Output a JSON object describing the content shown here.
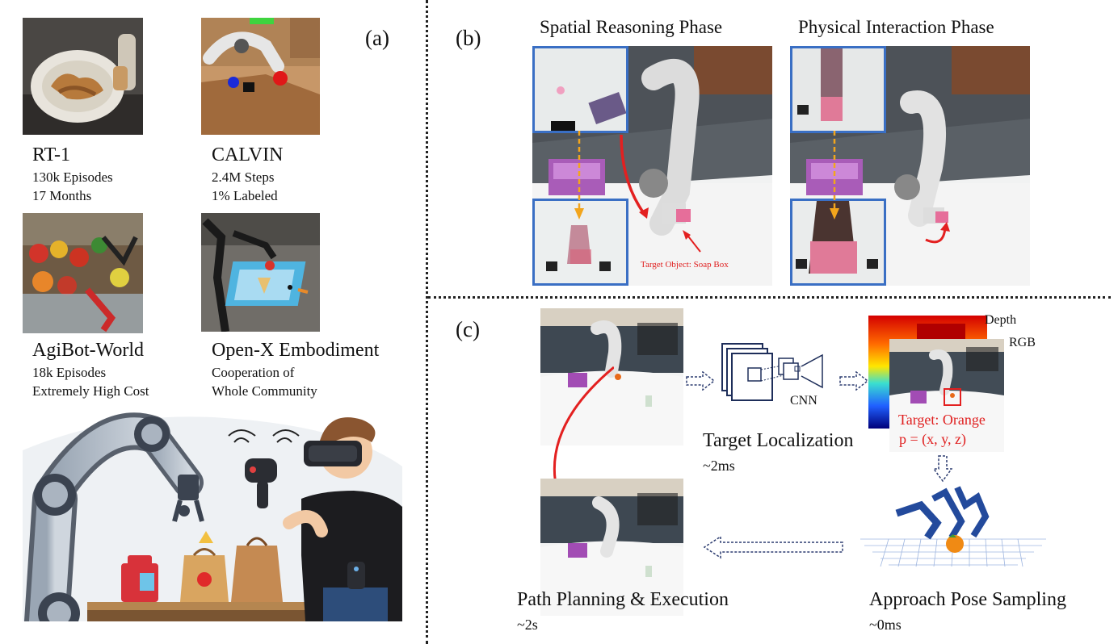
{
  "panel_a": {
    "label": "(a)",
    "datasets": [
      {
        "name": "RT-1",
        "line1": "130k Episodes",
        "line2": "17 Months"
      },
      {
        "name": "CALVIN",
        "line1": "2.4M Steps",
        "line2": "1% Labeled"
      },
      {
        "name": "AgiBot-World",
        "line1": "18k Episodes",
        "line2": "Extremely High Cost"
      },
      {
        "name": "Open-X Embodiment",
        "line1": "Cooperation of",
        "line2": "Whole Community"
      }
    ]
  },
  "panel_b": {
    "label": "(b)",
    "phase_left": "Spatial Reasoning Phase",
    "phase_right": "Physical Interaction Phase",
    "target_note": "Target Object: Soap Box"
  },
  "panel_c": {
    "label": "(c)",
    "cnn_label": "CNN",
    "depth_label": "Depth",
    "rgb_label": "RGB",
    "target_text": "Target: Orange",
    "pose_text": "p = (x, y, z)",
    "steps": [
      {
        "name": "Target Localization",
        "time": "~2ms"
      },
      {
        "name": "Approach Pose Sampling",
        "time": "~0ms"
      },
      {
        "name": "Path Planning & Execution",
        "time": "~2s"
      }
    ]
  },
  "colors": {
    "arrow_red": "#e32020",
    "arrow_orange": "#f2a51c",
    "inset_border": "#3a6fc4",
    "dash_blue": "#2d3d70"
  }
}
